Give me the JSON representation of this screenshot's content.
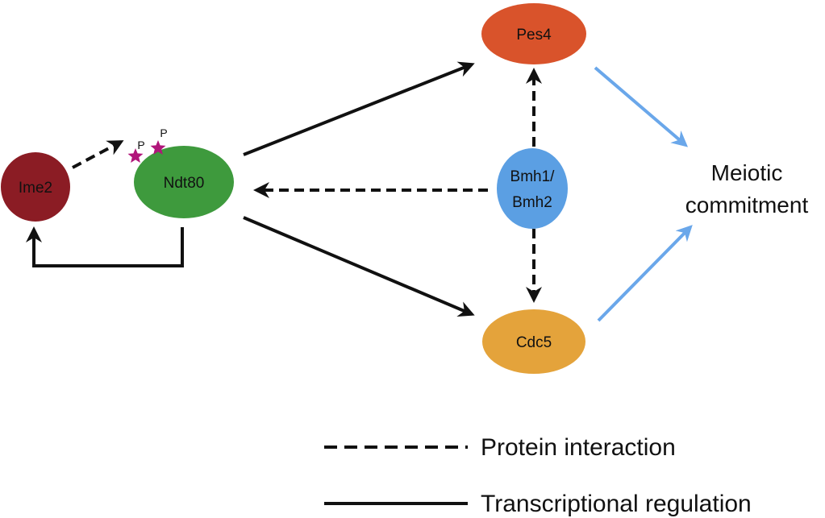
{
  "nodes": {
    "ime2": {
      "label": "Ime2",
      "color": "#8b1c24"
    },
    "ndt80": {
      "label": "Ndt80",
      "color": "#3e9a3d"
    },
    "pes4": {
      "label": "Pes4",
      "color": "#d9532b"
    },
    "bmh": {
      "line1": "Bmh1/",
      "line2": "Bmh2",
      "color": "#5b9fe3"
    },
    "cdc5": {
      "label": "Cdc5",
      "color": "#e4a33b"
    }
  },
  "phospho": {
    "label1": "P",
    "label2": "P",
    "color": "#b0157a"
  },
  "outcome": {
    "line1": "Meiotic",
    "line2": "commitment"
  },
  "legend": {
    "dashed_label": "Protein interaction",
    "solid_label": "Transcriptional regulation"
  },
  "colors": {
    "arrow_black": "#111111",
    "arrow_blue": "#6aa7ea"
  }
}
